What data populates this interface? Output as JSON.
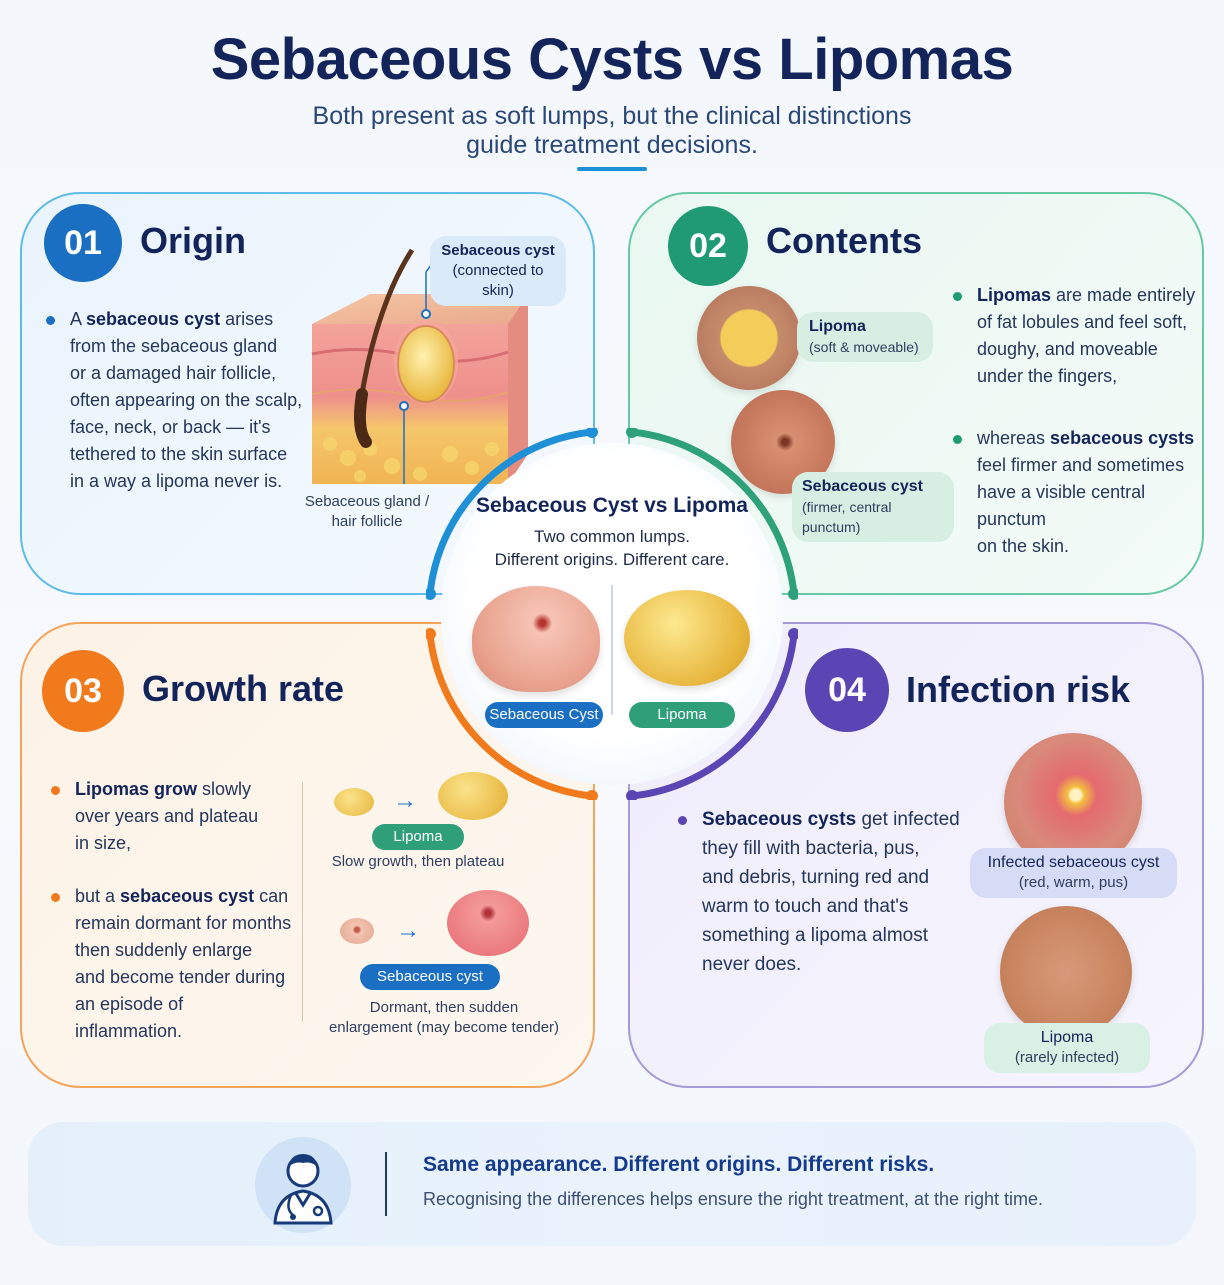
{
  "header": {
    "title": "Sebaceous Cysts vs Lipomas",
    "subtitle_line1": "Both present as soft lumps, but the clinical distinctions",
    "subtitle_line2": "guide treatment decisions."
  },
  "colors": {
    "origin": "#1a6fc2",
    "contents": "#1f9a72",
    "growth": "#f07a1c",
    "infection": "#5a45b4",
    "navy": "#13245a"
  },
  "origin": {
    "number": "01",
    "heading": "Origin",
    "lines": [
      "A |sebaceous cyst| arises",
      "from the sebaceous gland",
      "or a damaged hair follicle,",
      "often appearing on the scalp,",
      "face, neck, or back — it's",
      "tethered to the skin surface",
      "in a way a lipoma never is."
    ],
    "callout_title": "Sebaceous cyst",
    "callout_sub": "(connected to skin)",
    "gland_label_1": "Sebaceous gland /",
    "gland_label_2": "hair follicle"
  },
  "contents": {
    "number": "02",
    "heading": "Contents",
    "lipoma_label": "Lipoma",
    "lipoma_sub": "(soft & moveable)",
    "cyst_label": "Sebaceous cyst",
    "cyst_sub": "(firmer, central punctum)",
    "bullet1": [
      "|Lipomas| are made entirely",
      "of fat lobules and feel soft,",
      "doughy, and moveable",
      "under the fingers,"
    ],
    "bullet2": [
      "whereas |sebaceous cysts|",
      "feel firmer and sometimes",
      "have a visible central punctum",
      "on the skin."
    ]
  },
  "center": {
    "title": "Sebaceous Cyst vs Lipoma",
    "line1": "Two common lumps.",
    "line2": "Different origins. Different care.",
    "cyst_tag": "Sebaceous Cyst",
    "lipoma_tag": "Lipoma"
  },
  "growth": {
    "number": "03",
    "heading": "Growth rate",
    "bullet1": [
      "|Lipomas grow| slowly",
      "over years and plateau",
      "in size,"
    ],
    "bullet2": [
      "but a |sebaceous cyst| can",
      "remain dormant for months",
      "then suddenly enlarge",
      "and become tender during",
      "an episode of inflammation."
    ],
    "lipoma_tag": "Lipoma",
    "lipoma_caption": "Slow growth, then plateau",
    "cyst_tag": "Sebaceous cyst",
    "cyst_caption_1": "Dormant, then sudden",
    "cyst_caption_2": "enlargement (may become tender)",
    "arrow": "→"
  },
  "infection": {
    "number": "04",
    "heading": "Infection risk",
    "bullet1": [
      "|Sebaceous cysts| get infected",
      "they fill with bacteria, pus,",
      "and debris, turning red and",
      "warm to touch and that's",
      "something a lipoma almost",
      "never does."
    ],
    "infected_label": "Infected sebaceous cyst",
    "infected_sub": "(red, warm, pus)",
    "lipoma_label": "Lipoma",
    "lipoma_sub": "(rarely infected)"
  },
  "footer": {
    "title": "Same appearance. Different origins. Different risks.",
    "text": "Recognising the differences helps ensure the right treatment, at the right time.",
    "icon": "doctor-icon"
  }
}
